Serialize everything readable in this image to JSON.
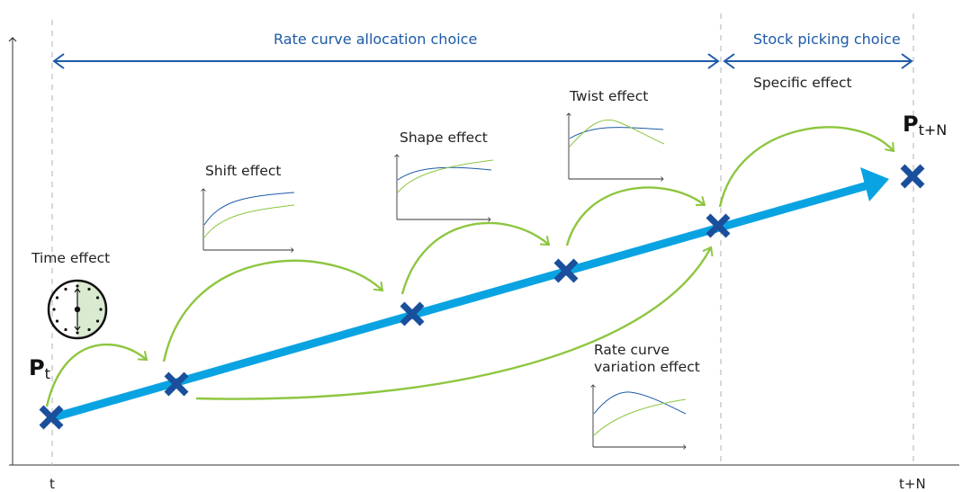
{
  "header": {
    "rate_curve_allocation": "Rate curve allocation choice",
    "stock_picking": "Stock picking choice",
    "specific_effect": "Specific effect"
  },
  "effects": {
    "time": "Time effect",
    "shift": "Shift effect",
    "shape": "Shape effect",
    "twist": "Twist effect",
    "rate_curve_variation_line1": "Rate curve",
    "rate_curve_variation_line2": "variation effect"
  },
  "points": {
    "start_main": "P",
    "start_sub": "t",
    "end_main": "P",
    "end_sub": "t+N"
  },
  "axis": {
    "x_start": "t",
    "x_end": "t+N"
  },
  "colors": {
    "dark_blue": "#1d5aa8",
    "marker_blue": "#1a4f9c",
    "path_blue": "#0aa3e2",
    "arc_green": "#8dc63f",
    "clock_fill": "#d9ead0"
  }
}
